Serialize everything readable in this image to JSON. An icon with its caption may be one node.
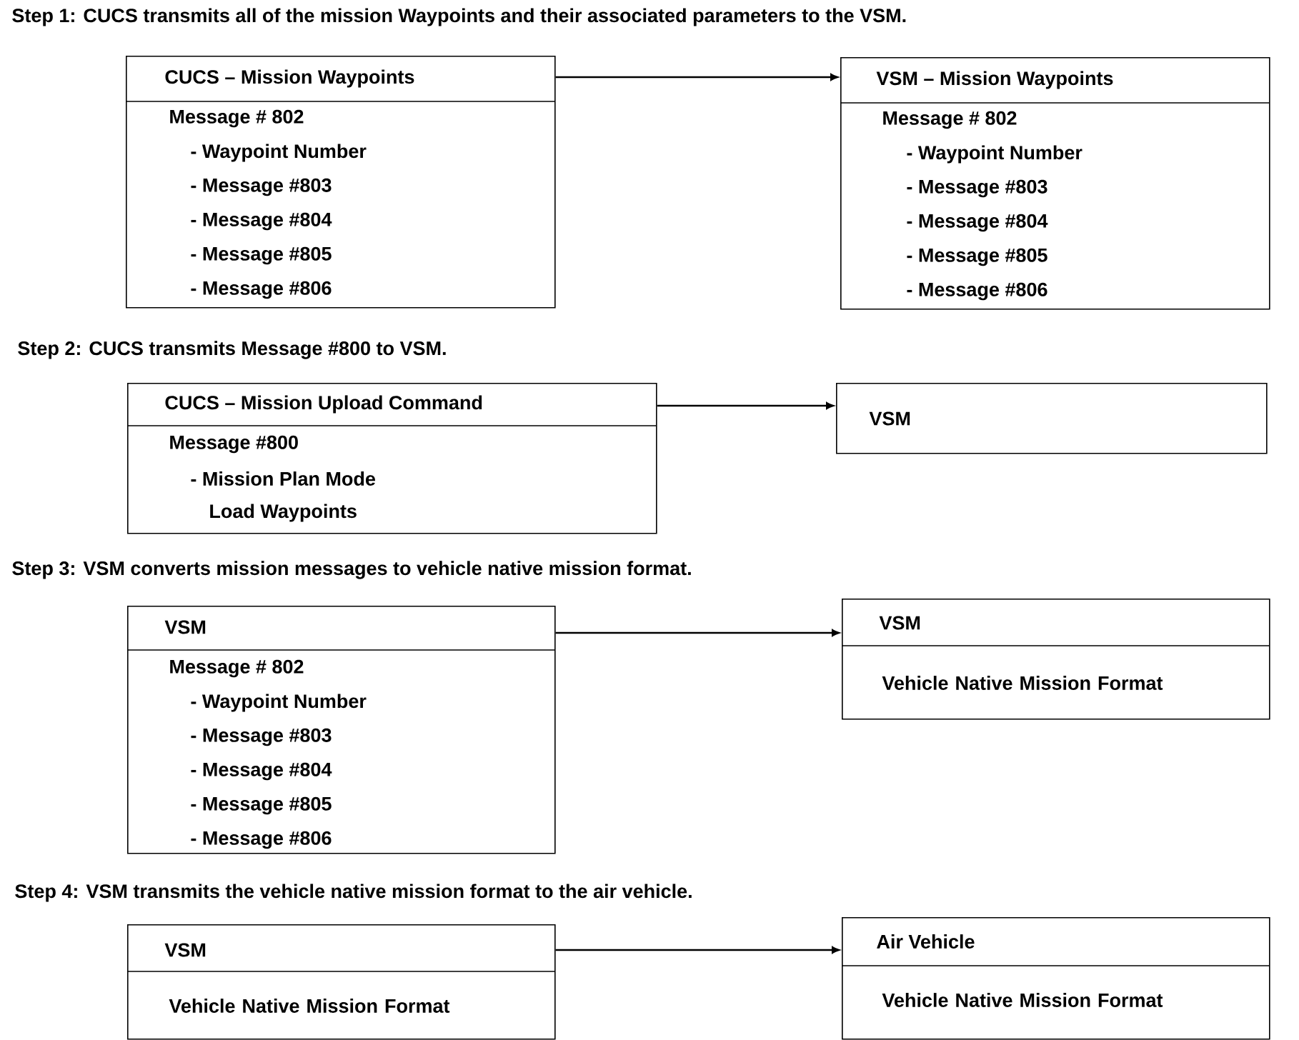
{
  "diagram": {
    "nodes": [
      {
        "text": [
          "CUCS – Mission Waypoints",
          "Message # 802",
          "- Waypoint Number",
          "- Message #803",
          "- Message #804",
          "- Message #805",
          "- Message #806"
        ]
      },
      {
        "text": [
          "VSM – Mission Waypoints",
          "Message # 802",
          "- Waypoint Number",
          "- Message #803",
          "- Message #804",
          "- Message #805",
          "- Message #806"
        ]
      },
      {
        "text": [
          "CUCS – Mission Upload Command",
          "Message #800",
          "- Mission Plan Mode",
          "Load Waypoints"
        ]
      },
      {
        "text": [
          "VSM"
        ]
      },
      {
        "text": [
          "VSM",
          "Message # 802",
          "- Waypoint Number",
          "- Message #803",
          "- Message #804",
          "- Message #805",
          "- Message #806"
        ]
      },
      {
        "text": [
          "VSM",
          "Vehicle Native Mission Format"
        ]
      },
      {
        "text": [
          "VSM",
          "Vehicle Native Mission Format"
        ]
      },
      {
        "text": [
          "Air Vehicle",
          "Vehicle Native Mission Format"
        ]
      }
    ],
    "edges": [
      {
        "from": 0,
        "to": 1,
        "arrow": "to"
      },
      {
        "from": 2,
        "to": 3,
        "arrow": "to"
      },
      {
        "from": 4,
        "to": 5,
        "arrow": "to"
      },
      {
        "from": 6,
        "to": 7,
        "arrow": "to"
      }
    ],
    "labels": [
      "Step 1: CUCS transmits all of the mission Waypoints and their associated parameters to the VSM.",
      "Step 2: CUCS transmits Message #800 to VSM.",
      "Step 3: VSM converts mission messages to vehicle native mission format.",
      "Step 4: VSM transmits the vehicle native mission format to the air vehicle."
    ]
  }
}
